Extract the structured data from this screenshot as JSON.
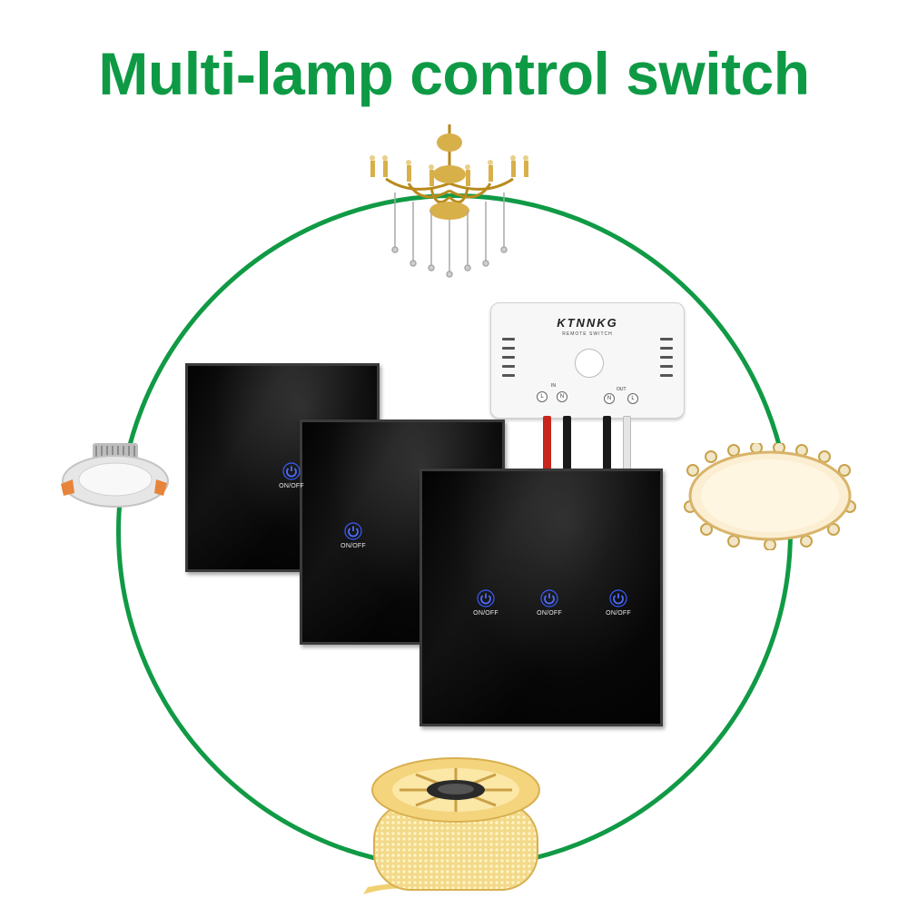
{
  "title": "Multi-lamp control switch",
  "colors": {
    "title": "#0e9a45",
    "ring": "#109a45",
    "led": "#3a5cff"
  },
  "module": {
    "brand": "KTNNKG",
    "subtitle": "REMOTE SWITCH",
    "in_label": "IN",
    "out_label": "OUT",
    "terminals_in": [
      "L",
      "N"
    ],
    "terminals_out": [
      "N",
      "L"
    ]
  },
  "panels": {
    "one_gang_back": {
      "key": "ON/OFF"
    },
    "one_gang_front": {
      "key": "ON/OFF"
    },
    "three_gang": {
      "keys": [
        "ON/OFF",
        "ON/OFF",
        "ON/OFF"
      ]
    }
  },
  "lamps": [
    "chandelier-icon",
    "downlight-icon",
    "ceiling-lamp-icon",
    "led-strip-icon"
  ]
}
